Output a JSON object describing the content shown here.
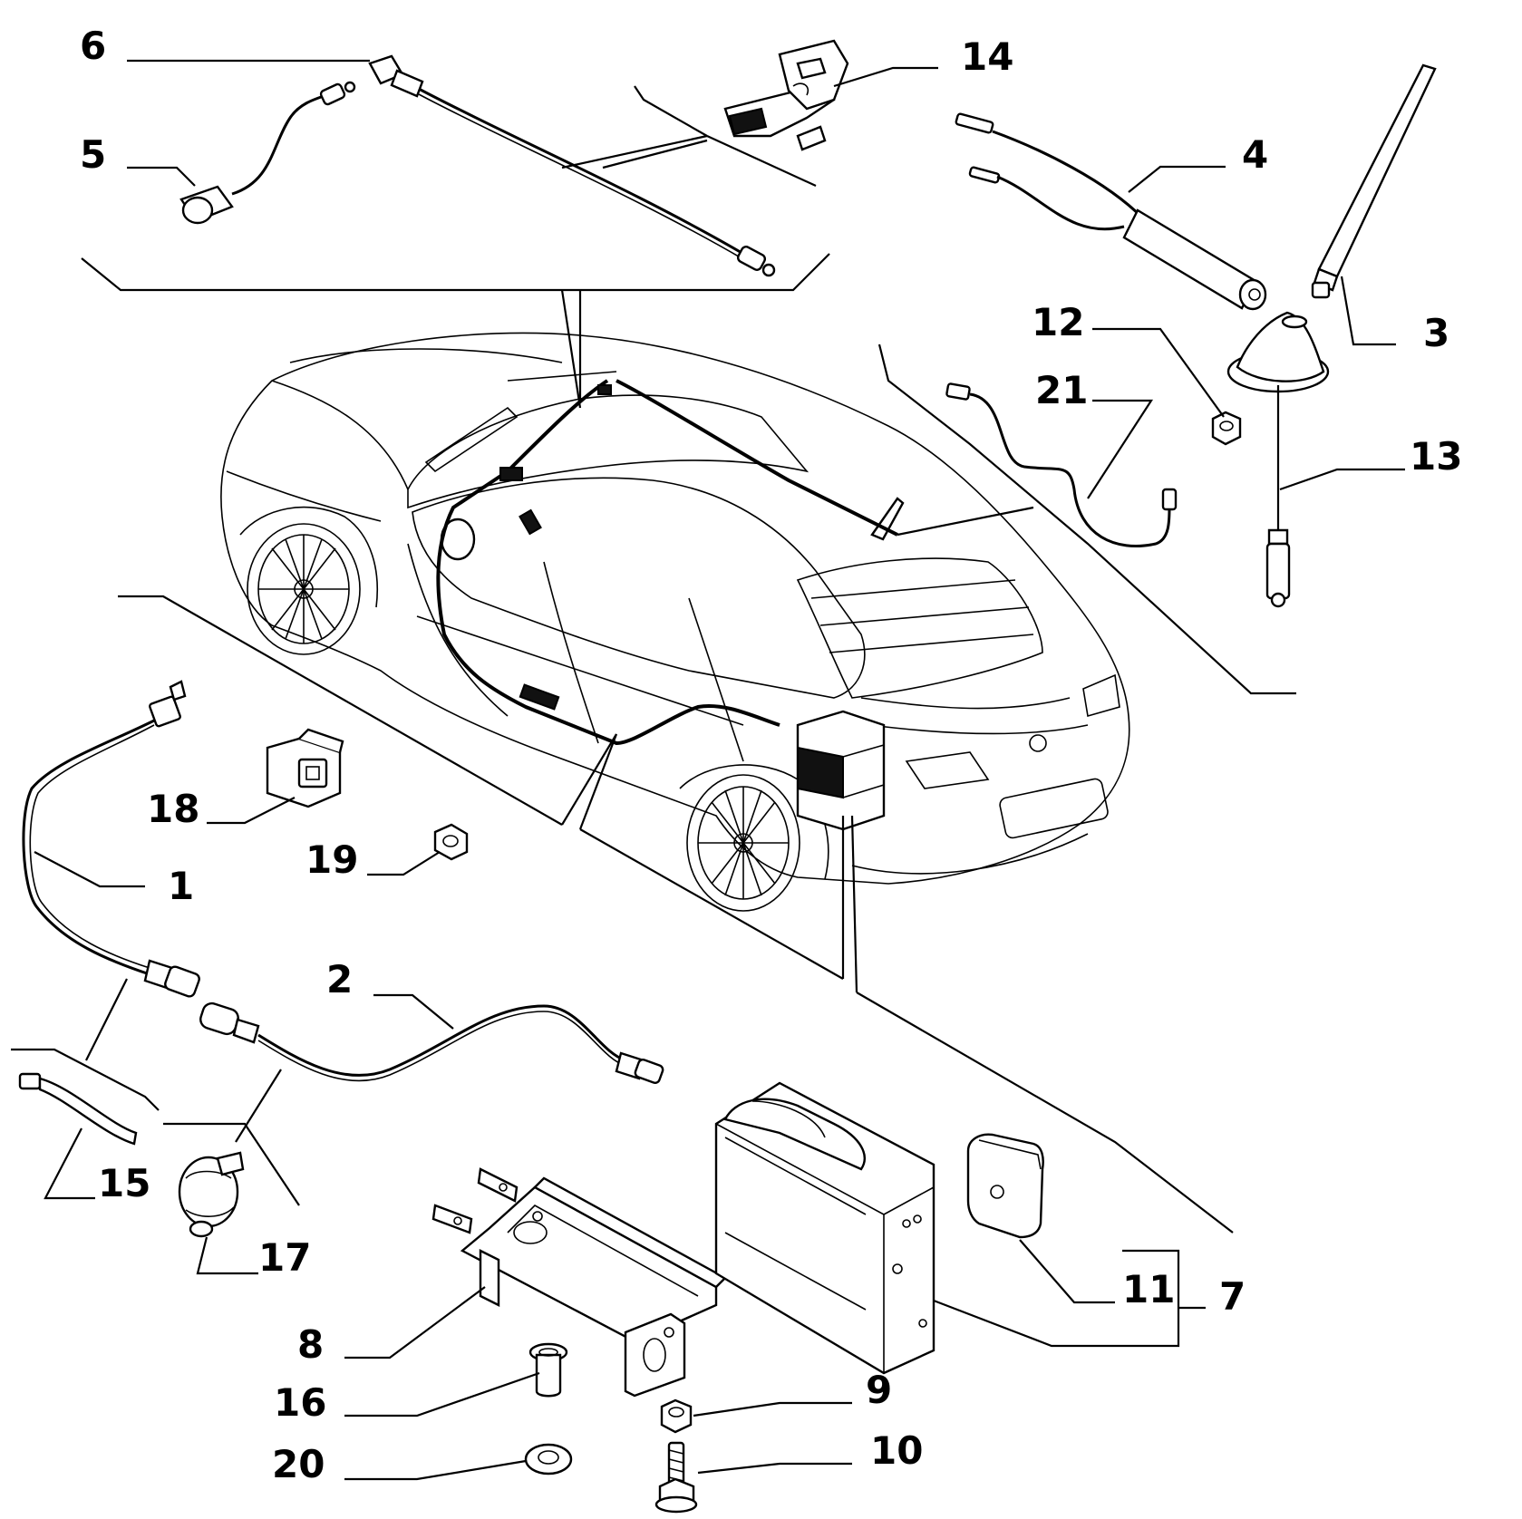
{
  "diagram": {
    "callouts": [
      {
        "id": "c1",
        "text": "1"
      },
      {
        "id": "c2",
        "text": "2"
      },
      {
        "id": "c3",
        "text": "3"
      },
      {
        "id": "c4",
        "text": "4"
      },
      {
        "id": "c5",
        "text": "5"
      },
      {
        "id": "c6",
        "text": "6"
      },
      {
        "id": "c7",
        "text": "7"
      },
      {
        "id": "c8",
        "text": "8"
      },
      {
        "id": "c9",
        "text": "9"
      },
      {
        "id": "c10",
        "text": "10"
      },
      {
        "id": "c11",
        "text": "11"
      },
      {
        "id": "c12",
        "text": "12"
      },
      {
        "id": "c13",
        "text": "13"
      },
      {
        "id": "c14",
        "text": "14"
      },
      {
        "id": "c15",
        "text": "15"
      },
      {
        "id": "c16",
        "text": "16"
      },
      {
        "id": "c17",
        "text": "17"
      },
      {
        "id": "c18",
        "text": "18"
      },
      {
        "id": "c19",
        "text": "19"
      },
      {
        "id": "c20",
        "text": "20"
      },
      {
        "id": "c21",
        "text": "21"
      }
    ],
    "colors": {
      "ink": "#000000",
      "paper": "#ffffff"
    }
  }
}
